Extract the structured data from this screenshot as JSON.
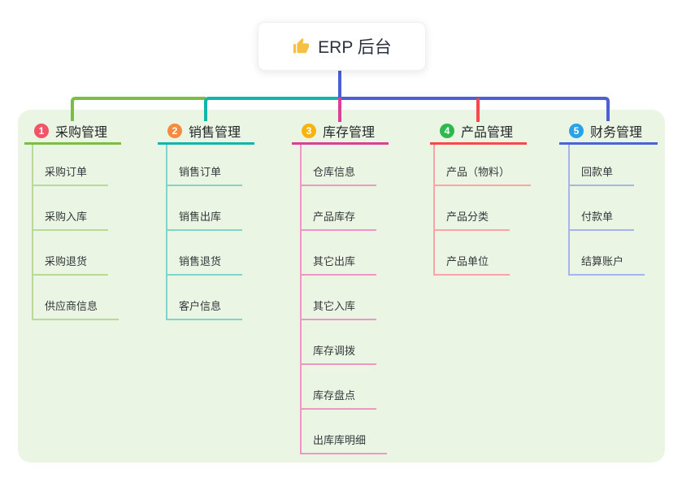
{
  "root": {
    "icon": "thumbs-up-icon",
    "title": "ERP 后台"
  },
  "branches": [
    {
      "num": "1",
      "label": "采购管理",
      "badge_color": "#ef5467",
      "line_color": "#7cbd42",
      "light_color": "#b7db97",
      "children": [
        "采购订单",
        "采购入库",
        "采购退货",
        "供应商信息"
      ]
    },
    {
      "num": "2",
      "label": "销售管理",
      "badge_color": "#f68b3f",
      "line_color": "#10b6aa",
      "light_color": "#7fd5cc",
      "children": [
        "销售订单",
        "销售出库",
        "销售退货",
        "客户信息"
      ]
    },
    {
      "num": "3",
      "label": "库存管理",
      "badge_color": "#f7b40f",
      "line_color": "#dc4093",
      "light_color": "#f096c4",
      "children": [
        "仓库信息",
        "产品库存",
        "其它出库",
        "其它入库",
        "库存调拨",
        "库存盘点",
        "出库库明细"
      ]
    },
    {
      "num": "4",
      "label": "产品管理",
      "badge_color": "#2eb94e",
      "line_color": "#f8484e",
      "light_color": "#fba3a6",
      "children": [
        "产品（物料）",
        "产品分类",
        "产品单位"
      ]
    },
    {
      "num": "5",
      "label": "财务管理",
      "badge_color": "#2aa2e8",
      "line_color": "#4a63d8",
      "light_color": "#a6b4ec",
      "children": [
        "回款单",
        "付款单",
        "结算账户"
      ]
    }
  ],
  "colors": {
    "panel_bg": "#eaf6e3",
    "trunk": "#4c5fd5",
    "thumb_icon": "#f4c143"
  }
}
